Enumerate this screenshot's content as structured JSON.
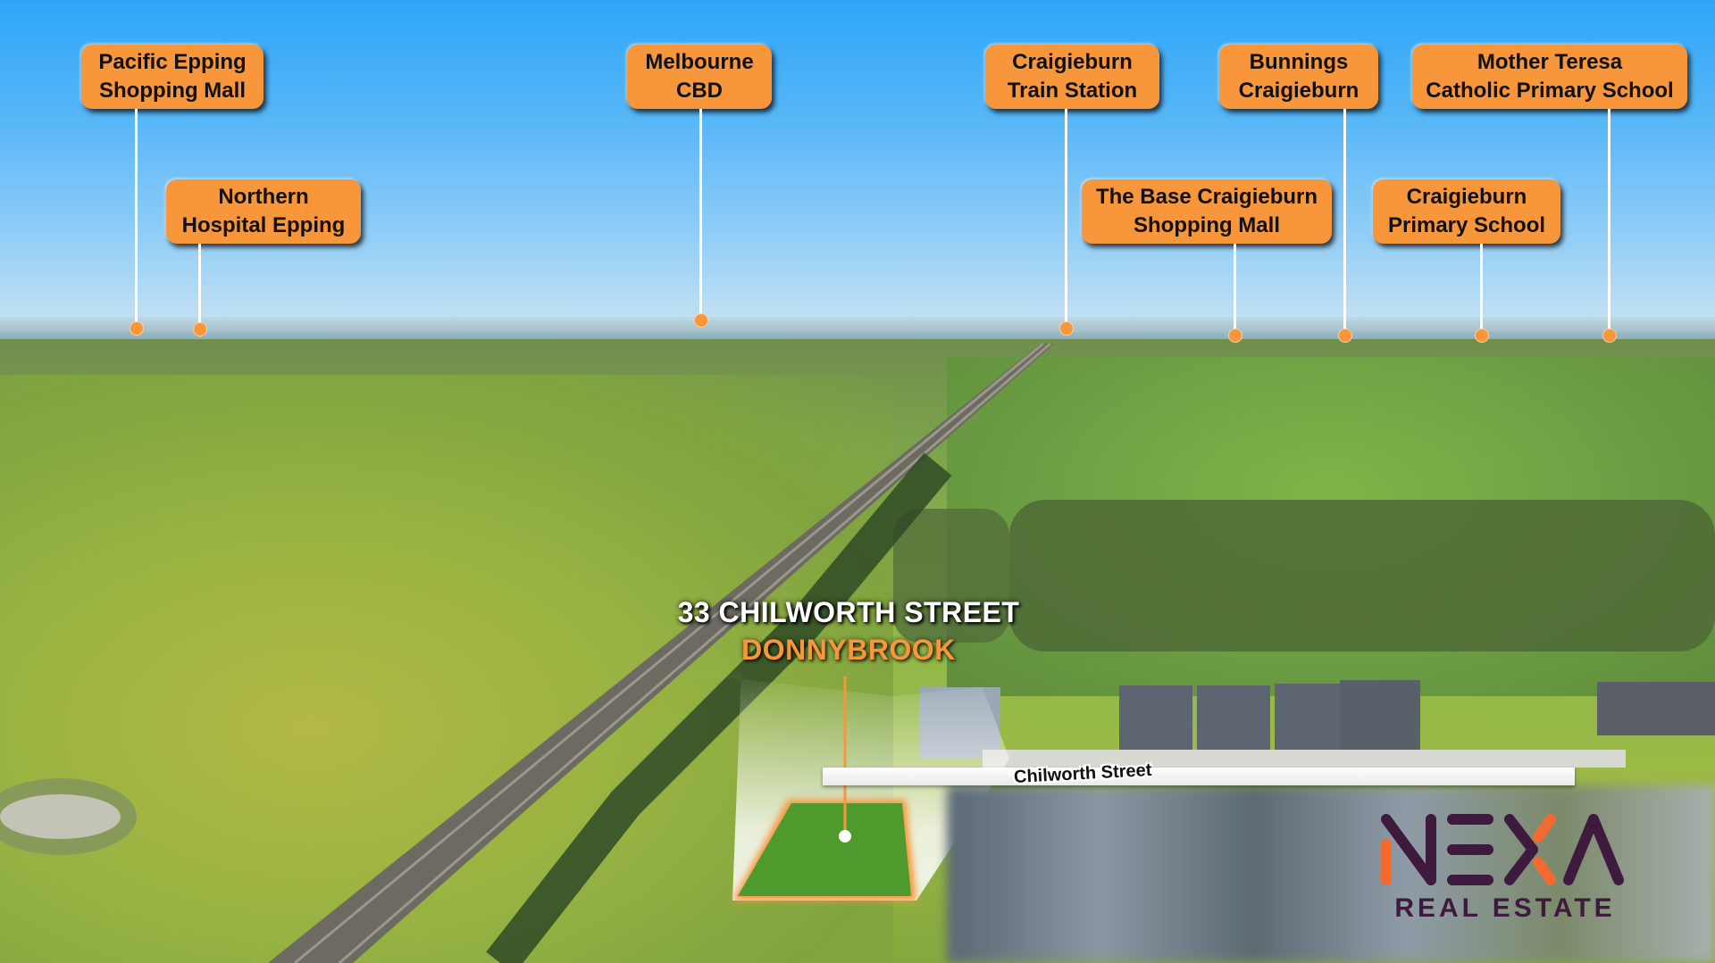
{
  "property": {
    "address": "33 CHILWORTH STREET",
    "suburb": "DONNYBROOK",
    "street_label": "Chilworth Street"
  },
  "landmarks": [
    {
      "line1": "Pacific Epping",
      "line2": "Shopping Mall"
    },
    {
      "line1": "Northern",
      "line2": "Hospital Epping"
    },
    {
      "line1": "Melbourne",
      "line2": "CBD"
    },
    {
      "line1": "Craigieburn",
      "line2": "Train Station"
    },
    {
      "line1": "The Base Craigieburn",
      "line2": "Shopping Mall"
    },
    {
      "line1": "Bunnings",
      "line2": "Craigieburn"
    },
    {
      "line1": "Craigieburn",
      "line2": "Primary School"
    },
    {
      "line1": "Mother Teresa",
      "line2": "Catholic Primary School"
    }
  ],
  "branding": {
    "logo_name": "NEXA",
    "logo_subtitle": "REAL ESTATE",
    "primary_color": "#3d1a3e",
    "accent_color": "#f26a2e"
  },
  "colors": {
    "label_orange": "#f7963a",
    "title_white": "#ffffff",
    "suburb_orange": "#f7963a"
  }
}
